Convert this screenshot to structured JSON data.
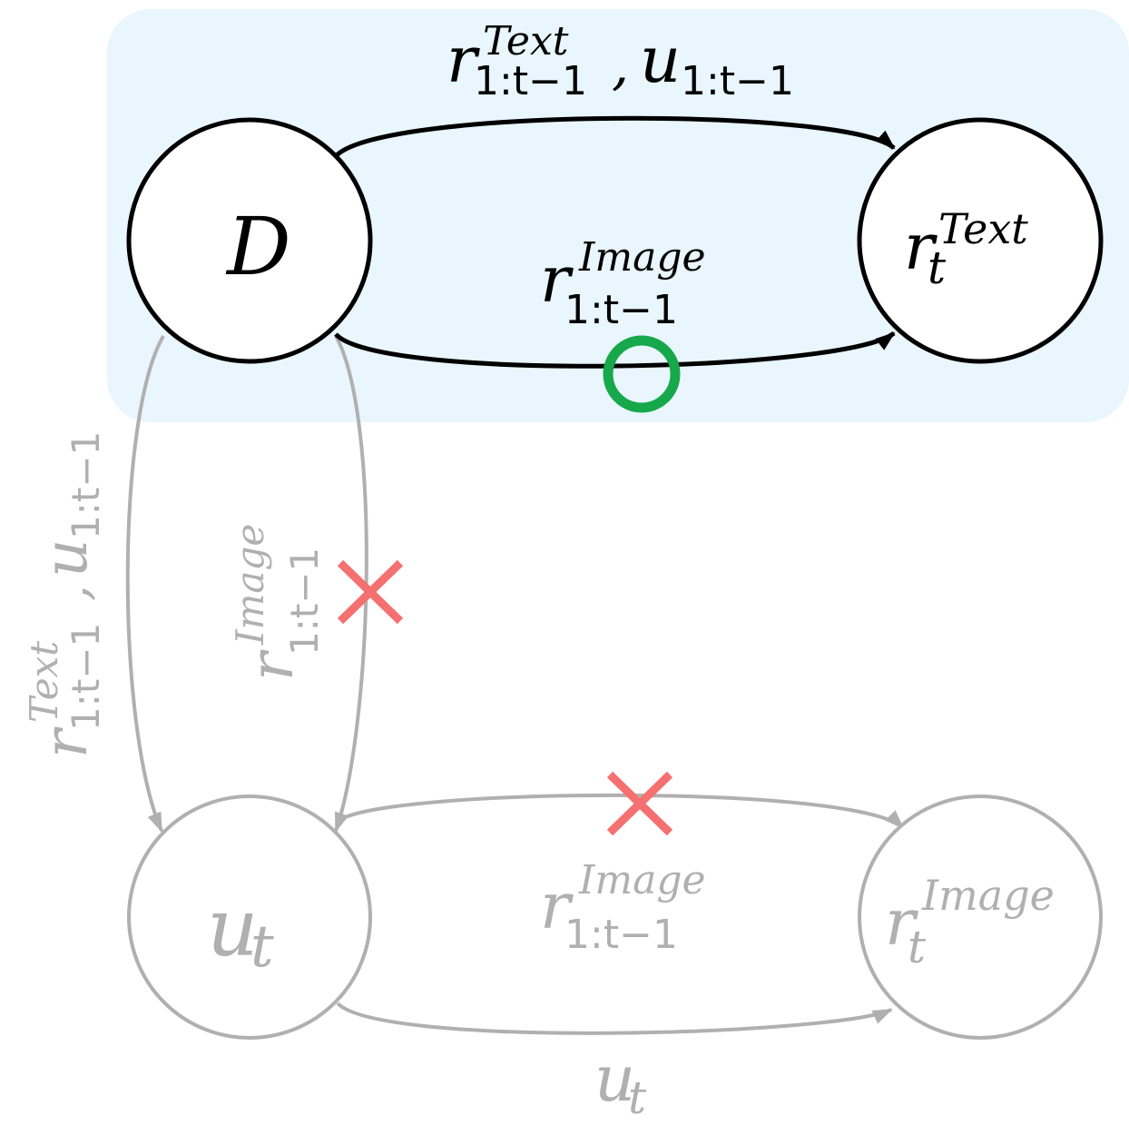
{
  "colors": {
    "highlight_bg": "#e9f6fd",
    "active": "#000000",
    "inactive": "#b0b0b0",
    "ok_mark": "#16a84a",
    "blocked_mark": "#f57070"
  },
  "nodes": {
    "d": {
      "base": "D",
      "sup": "",
      "sub": ""
    },
    "r_text": {
      "base": "r",
      "sub": "t",
      "sup": "Text"
    },
    "u_t": {
      "base": "u",
      "sub": "t",
      "sup": ""
    },
    "r_image": {
      "base": "r",
      "sub": "t",
      "sup": "Image"
    }
  },
  "edges": {
    "d_to_rtext_top": {
      "part1": {
        "base": "r",
        "sub": "1:t−1",
        "sup": "Text"
      },
      "sep": ",",
      "part2": {
        "base": "u",
        "sub": "1:t−1"
      }
    },
    "d_to_rtext_bottom": {
      "base": "r",
      "sub": "1:t−1",
      "sup": "Image",
      "status": "allowed",
      "icon": "circle-icon"
    },
    "d_to_ut_left": {
      "part1": {
        "base": "r",
        "sub": "1:t−1",
        "sup": "Text"
      },
      "sep": ",",
      "part2": {
        "base": "u",
        "sub": "1:t−1"
      }
    },
    "d_to_ut_right": {
      "base": "r",
      "sub": "1:t−1",
      "sup": "Image",
      "status": "blocked",
      "icon": "cross-icon"
    },
    "ut_to_rimage_top": {
      "base": "r",
      "sub": "1:t−1",
      "sup": "Image",
      "status": "blocked",
      "icon": "cross-icon"
    },
    "ut_to_rimage_bottom": {
      "base": "u",
      "sub": "t"
    }
  }
}
